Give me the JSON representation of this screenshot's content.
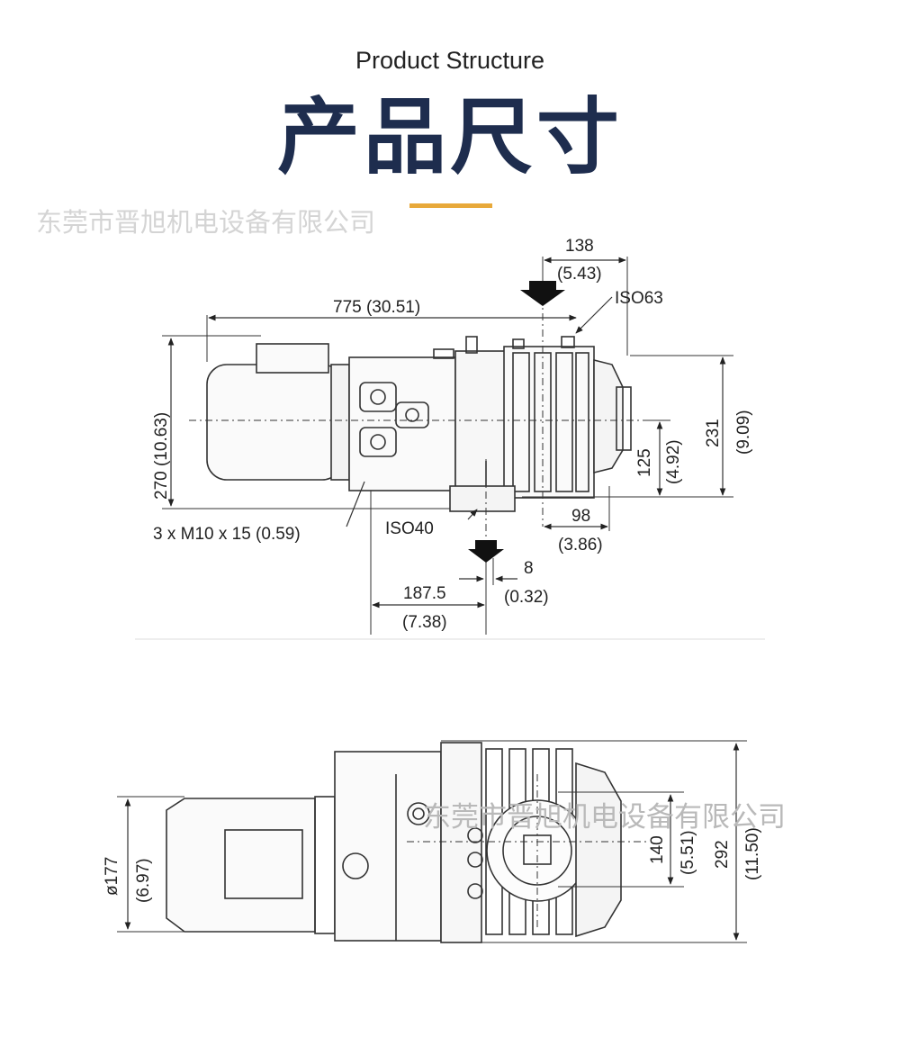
{
  "header": {
    "subtitle": "Product Structure",
    "title": "产品尺寸",
    "accent_color": "#e8a93a",
    "title_color": "#1e2d4e"
  },
  "watermark": {
    "top_text": "东莞市晋旭机电设备有限公司",
    "bottom_text": "东莞市晋旭机电设备有限公司"
  },
  "side_view": {
    "width_138": "138",
    "width_138_in": "(5.43)",
    "iso_top": "ISO63",
    "length_total": "775 (30.51)",
    "height_270": "270 (10.63)",
    "height_231": "231",
    "height_231_in": "(9.09)",
    "height_125": "125",
    "height_125_in": "(4.92)",
    "bolt_spec": "3 x M10 x 15 (0.59)",
    "iso_bottom": "ISO40",
    "offset_98": "98",
    "offset_98_in": "(3.86)",
    "offset_8": "8",
    "offset_8_in": "(0.32)",
    "offset_187": "187.5",
    "offset_187_in": "(7.38)"
  },
  "top_view": {
    "diameter_177": "ø177",
    "diameter_177_in": "(6.97)",
    "width_140": "140",
    "width_140_in": "(5.51)",
    "width_292": "292",
    "width_292_in": "(11.50)"
  }
}
